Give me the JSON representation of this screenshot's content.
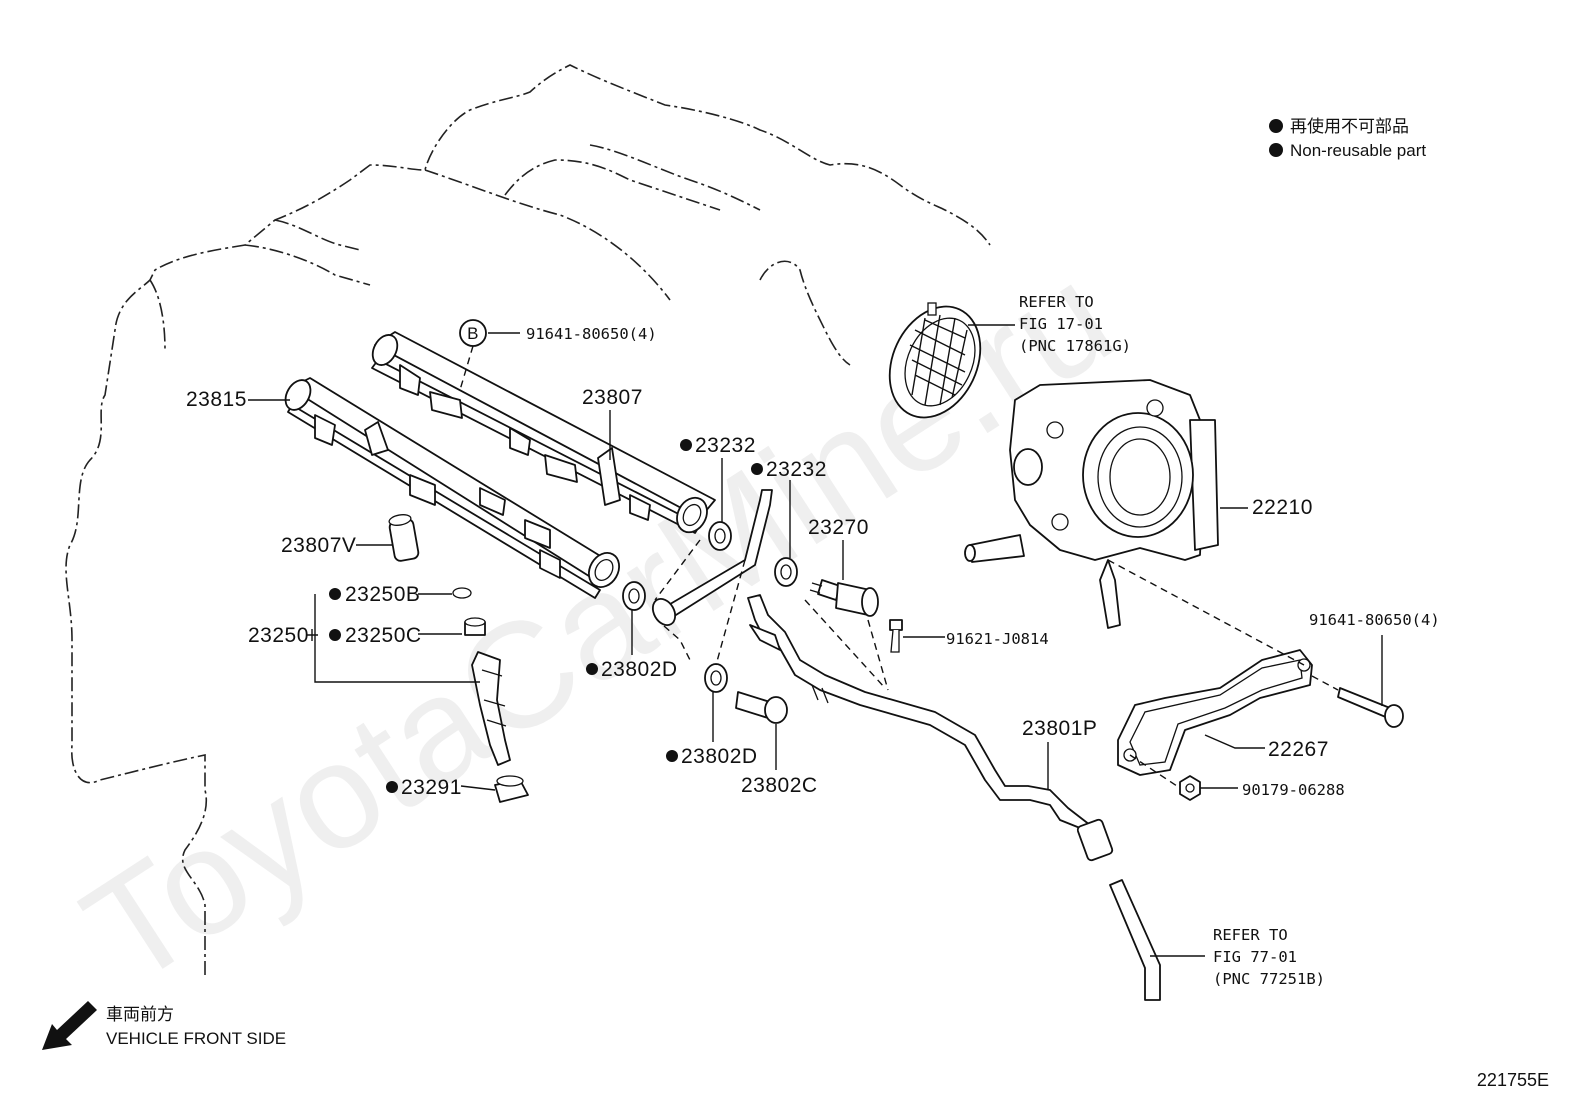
{
  "legend": {
    "line1": "再使用不可部品",
    "line2": "Non-reusable part"
  },
  "parts": {
    "p23815": "23815",
    "p23807": "23807",
    "p91641_top": "91641-80650(4)",
    "b_marker": "B",
    "p23232_a": "23232",
    "p23232_b": "23232",
    "p23270": "23270",
    "p22210": "22210",
    "p23807V": "23807V",
    "p23250B": "23250B",
    "p23250": "23250",
    "p23250C": "23250C",
    "p23802D_a": "23802D",
    "p23802D_b": "23802D",
    "p23802C": "23802C",
    "p23291": "23291",
    "p91621": "91621-J0814",
    "p91641_right": "91641-80650(4)",
    "p22267": "22267",
    "p23801P": "23801P",
    "p90179": "90179-06288"
  },
  "refs": {
    "ref1": [
      "REFER TO",
      "FIG 17-01",
      "(PNC 17861G)"
    ],
    "ref2": [
      "REFER TO",
      "FIG 77-01",
      "(PNC 77251B)"
    ]
  },
  "direction": {
    "jp": "車両前方",
    "en": "VEHICLE FRONT SIDE"
  },
  "figure_id": "221755E",
  "watermark": "ToyotaCarMine.ru",
  "colors": {
    "ink": "#111111",
    "background": "#ffffff"
  }
}
